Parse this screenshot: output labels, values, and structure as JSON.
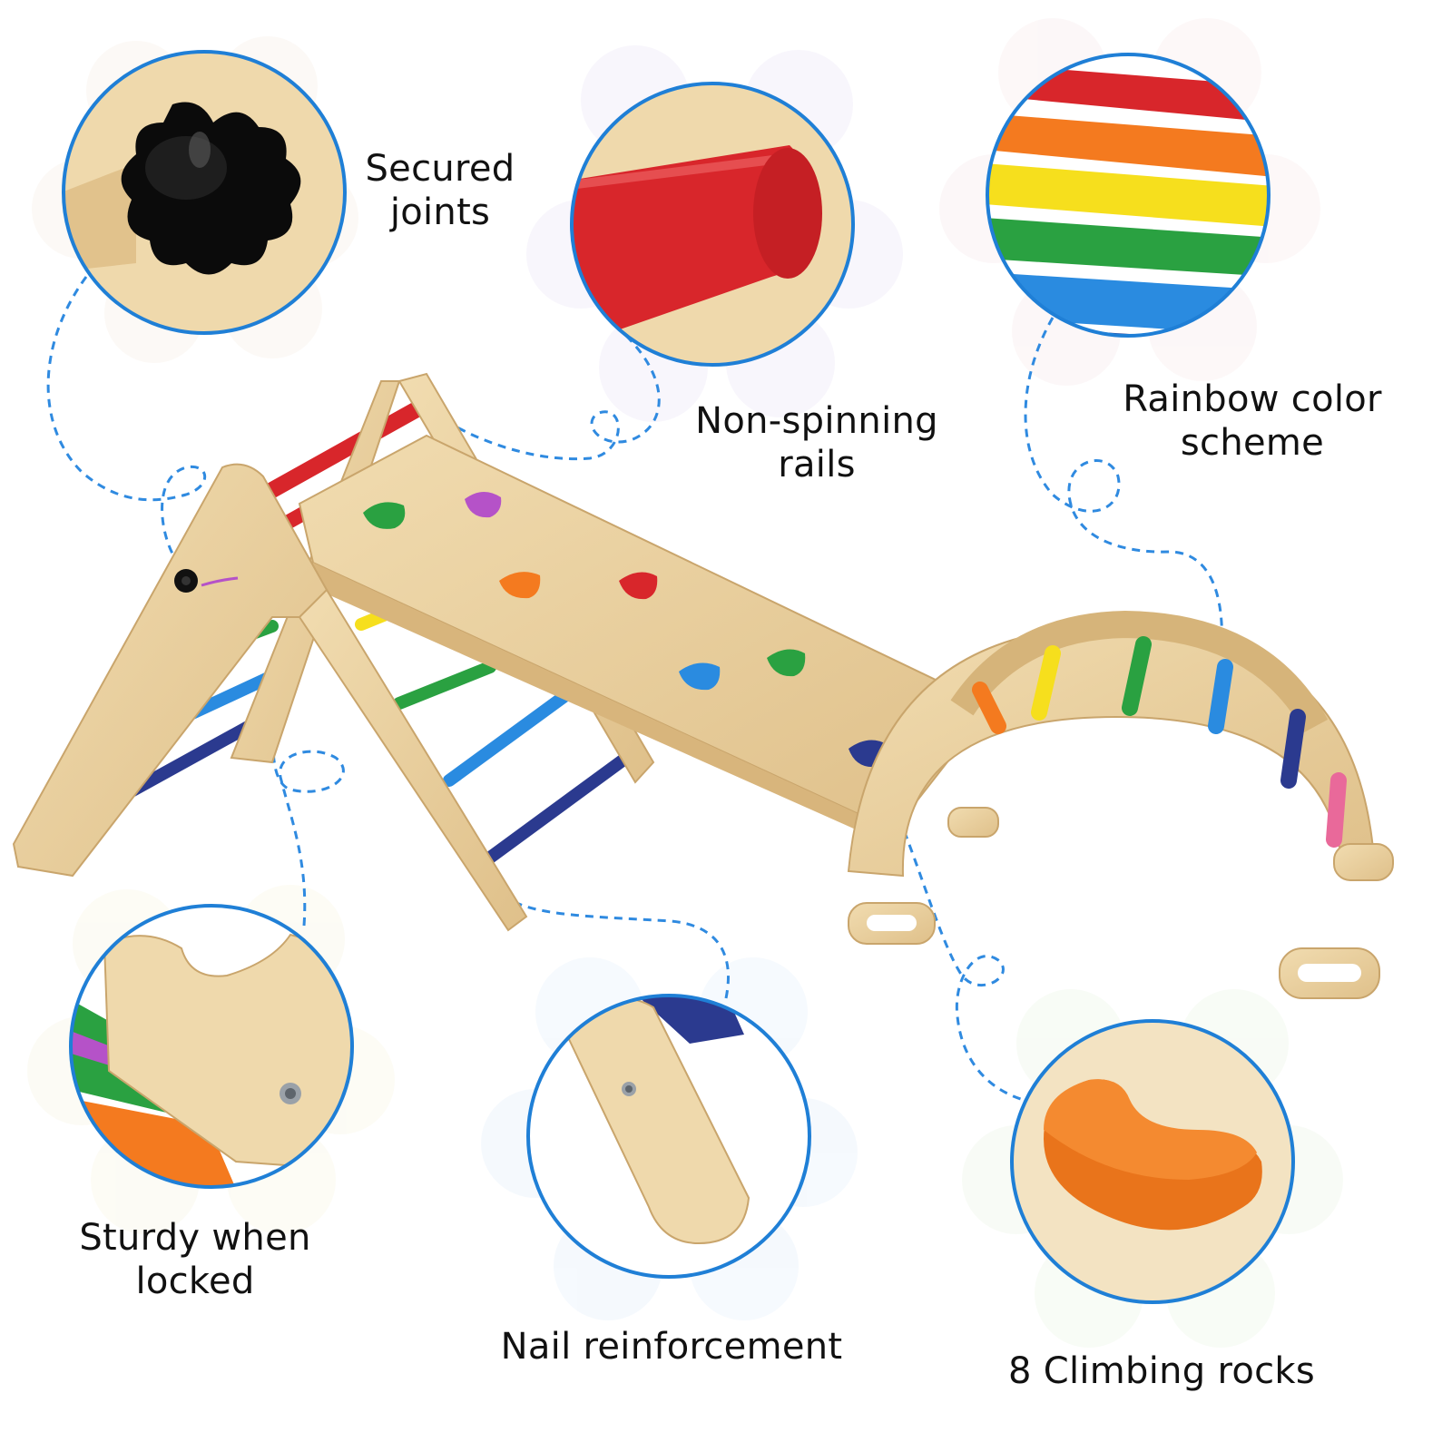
{
  "features": {
    "secured_joints": {
      "line1": "Secured",
      "line2": "joints"
    },
    "non_spinning_rails": {
      "line1": "Non-spinning",
      "line2": "rails"
    },
    "rainbow_color_scheme": {
      "line1": "Rainbow color",
      "line2": "scheme"
    },
    "sturdy_when_locked": {
      "line1": "Sturdy when",
      "line2": "locked"
    },
    "nail_reinforcement": {
      "line1": "Nail reinforcement"
    },
    "climbing_rocks": {
      "line1": "8 Climbing rocks"
    }
  },
  "colors": {
    "circle_border": "#1f7fd6",
    "dashed_line": "#2f8ae0",
    "wood": "#e9cf9f",
    "wood_dark": "#c9a56c",
    "rail_red": "#d8262b",
    "rail_orange": "#f47a1f",
    "rail_yellow": "#f6df1d",
    "rail_green": "#2aa141",
    "rail_blue": "#2a8be0",
    "rail_navy": "#2b3a8f",
    "rail_pink": "#e9699a",
    "knob_black": "#111111"
  },
  "icons": [
    "knob-icon",
    "climbing-rock-icon"
  ]
}
